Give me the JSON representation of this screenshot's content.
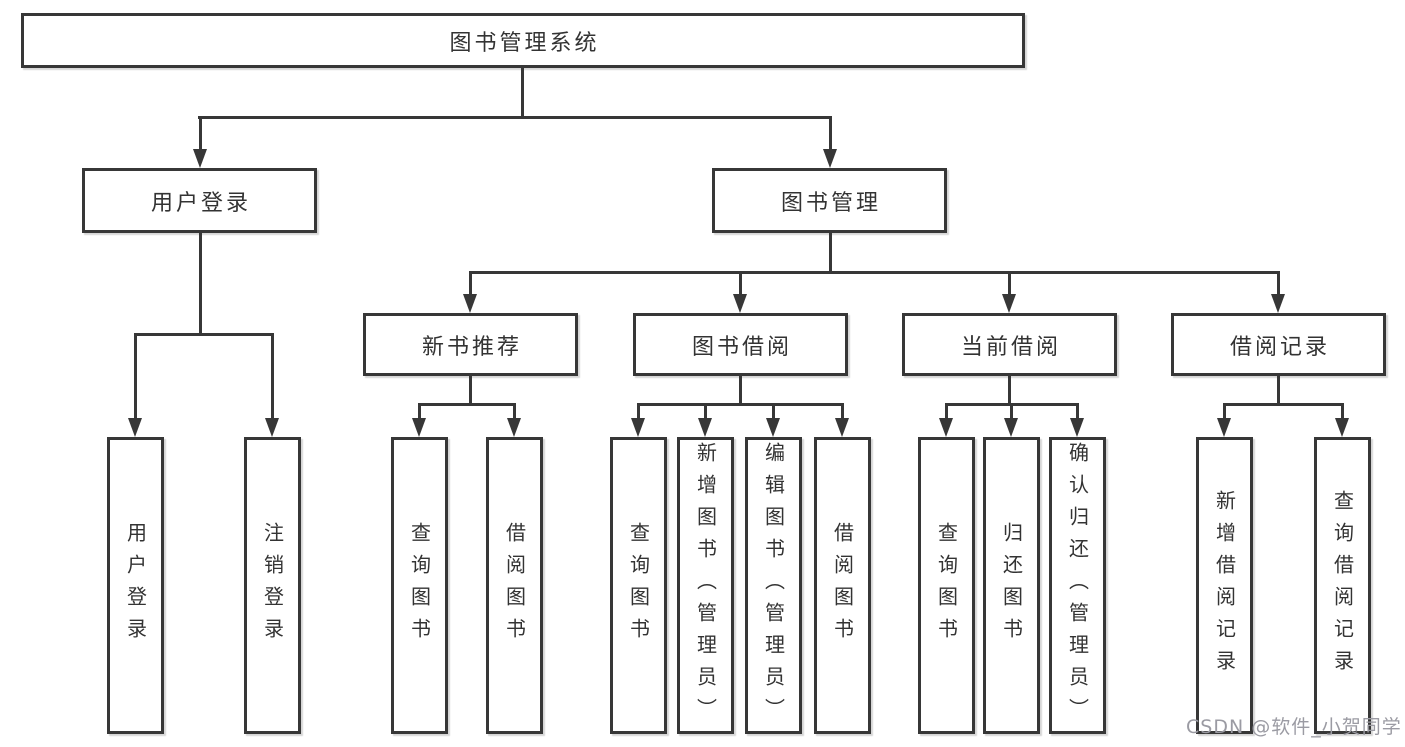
{
  "diagram": {
    "root": {
      "label": "图书管理系统"
    },
    "level2": [
      {
        "label": "用户登录",
        "parent": "图书管理系统"
      },
      {
        "label": "图书管理",
        "parent": "图书管理系统"
      }
    ],
    "level3": [
      {
        "label": "新书推荐",
        "parent": "图书管理"
      },
      {
        "label": "图书借阅",
        "parent": "图书管理"
      },
      {
        "label": "当前借阅",
        "parent": "图书管理"
      },
      {
        "label": "借阅记录",
        "parent": "图书管理"
      }
    ],
    "leaves": [
      {
        "label": "用户登录",
        "parent": "用户登录"
      },
      {
        "label": "注销登录",
        "parent": "用户登录"
      },
      {
        "label": "查询图书",
        "parent": "新书推荐"
      },
      {
        "label": "借阅图书",
        "parent": "新书推荐"
      },
      {
        "label": "查询图书",
        "parent": "图书借阅"
      },
      {
        "label": "新增图书（管理员）",
        "parent": "图书借阅"
      },
      {
        "label": "编辑图书（管理员）",
        "parent": "图书借阅"
      },
      {
        "label": "借阅图书",
        "parent": "图书借阅"
      },
      {
        "label": "查询图书",
        "parent": "当前借阅"
      },
      {
        "label": "归还图书",
        "parent": "当前借阅"
      },
      {
        "label": "确认归还（管理员）",
        "parent": "当前借阅"
      },
      {
        "label": "新增借阅记录",
        "parent": "借阅记录"
      },
      {
        "label": "查询借阅记录",
        "parent": "借阅记录"
      }
    ]
  },
  "watermark": {
    "text": "CSDN @软件_小贺同学"
  },
  "colors": {
    "line": "#373737",
    "text": "#333333",
    "background": "#ffffff",
    "watermark": "#9b9ba3"
  }
}
